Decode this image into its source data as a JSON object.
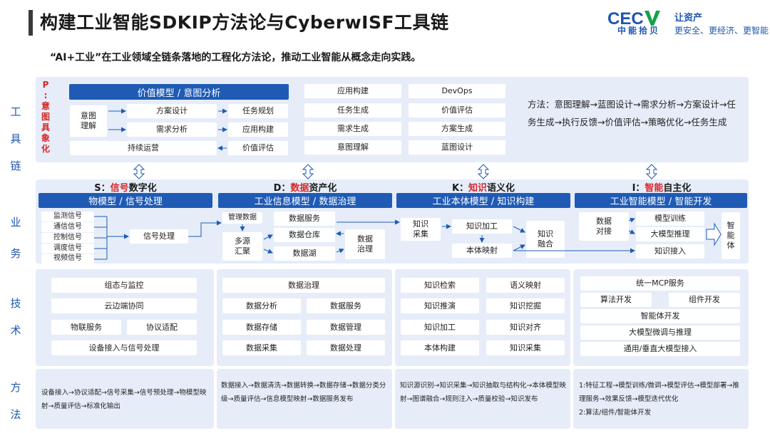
{
  "header": {
    "title": "构建工业智能SDKIP方法论与CyberwISF工具链",
    "subtitle": "“AI+工业”在工业领域全链条落地的工程化方法论，推动工业智能从概念走向实践。",
    "logo_text": "中能拾贝",
    "slogan_1": "让资产",
    "slogan_2": "更安全、更经济、更智能"
  },
  "row_labels": {
    "toolchain": [
      "工",
      "具",
      "链"
    ],
    "business": [
      "业",
      "务"
    ],
    "technology": [
      "技",
      "术"
    ],
    "method": [
      "方",
      "法"
    ]
  },
  "toolchain": {
    "p_label": [
      "P",
      ":",
      "意",
      "图",
      "具",
      "象",
      "化"
    ],
    "header": "价值模型 / 意图分析",
    "intent": "意图\n理解",
    "items_left": [
      "方案设计",
      "需求分析",
      "持续运营"
    ],
    "items_right": [
      "任务规划",
      "应用构建",
      "价值评估"
    ],
    "col2": [
      "应用构建",
      "任务生成",
      "需求生成",
      "意图理解"
    ],
    "col3": [
      "DevOps",
      "价值评估",
      "方案生成",
      "蓝图设计"
    ],
    "method": "方法：意图理解→蓝图设计→需求分析→方案设计→任务生成→执行反馈→价值评估→策略优化→任务生成"
  },
  "business": {
    "s": {
      "prefix": "S：",
      "red": "信号",
      "rest": "数字化",
      "header": "物模型 / 信号处理",
      "signals": [
        "监测信号",
        "通信信号",
        "控制信号",
        "调度信号",
        "视频信号"
      ],
      "process": "信号处理"
    },
    "d": {
      "prefix": "D：",
      "red": "数据",
      "rest": "资产化",
      "header": "工业信息模型 / 数据治理",
      "mgmt": "管理数据",
      "multi": "多源\n汇聚",
      "service": "数据服务",
      "warehouse": "数据仓库",
      "lake": "数据湖",
      "gov": "数据\n治理"
    },
    "k": {
      "prefix": "K：",
      "red": "知识",
      "rest": "语义化",
      "header": "工业本体模型 / 知识构建",
      "collect": "知识\n采集",
      "process": "知识加工",
      "ontology": "本体映射",
      "fusion": "知识\n融合"
    },
    "i": {
      "prefix": "I：",
      "red": "智能",
      "rest": "自主化",
      "header": "工业智能模型 / 智能开发",
      "dock": "数据\n对接",
      "train": "模型训练",
      "llm": "大模型推理",
      "access": "知识接入",
      "agent": "智\n能\n体"
    }
  },
  "technology": {
    "s": [
      "组态与监控",
      "云边端协同",
      "物联服务",
      "协议适配",
      "设备接入与信号处理"
    ],
    "d": [
      "数据治理",
      "数据分析",
      "数据服务",
      "数据存储",
      "数据管理",
      "数据采集",
      "数据处理"
    ],
    "k": [
      "知识检索",
      "语义映射",
      "知识推演",
      "知识挖掘",
      "知识加工",
      "知识对齐",
      "本体构建",
      "知识采集"
    ],
    "i": [
      "统一MCP服务",
      "算法开发",
      "组件开发",
      "智能体开发",
      "大模型微调与推理",
      "通用/垂直大模型接入"
    ]
  },
  "method": {
    "s": "设备接入→协议适配→信号采集→信号预处理→物模型映射→质量评估→标准化输出",
    "d": "数据接入→数据清洗→数据转换→数据存储→数据分类分级→质量评估→信息模型映射→数据服务发布",
    "k": "知识源识别→知识采集→知识抽取与结构化→本体模型映射→图谱融合→规则注入→质量校验→知识发布",
    "i": "1:特征工程→模型训练/微调→模型评估→模型部署→推理服务→效果反馈→模型迭代优化\n2:算法/组件/智能体开发"
  },
  "colors": {
    "accent": "#1f5bb5",
    "panel": "#e6edf9",
    "highlight": "#d62828"
  }
}
